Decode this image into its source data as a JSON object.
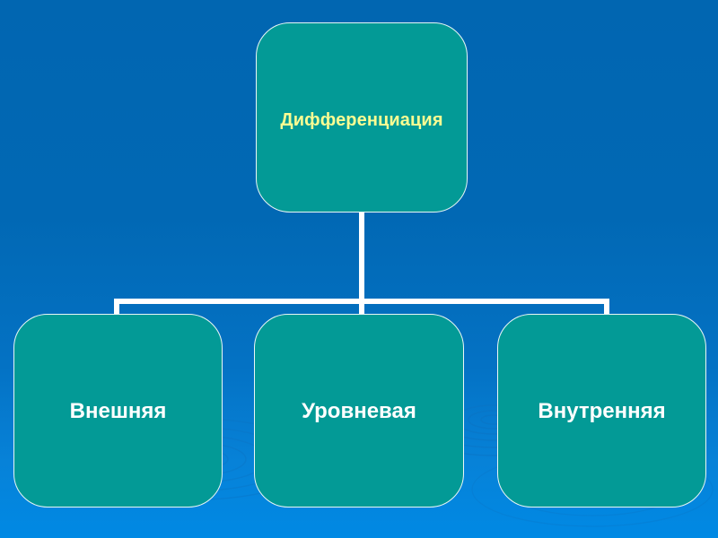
{
  "slide": {
    "background": {
      "top_color": "#0166b1",
      "bottom_color": "#0089e4",
      "decoration": "water-ripple-rings"
    },
    "connector_color": "#ffffff"
  },
  "diagram": {
    "type": "hierarchy-tree",
    "node_fill": "#039a96",
    "node_border": "#eaf6f6",
    "root": {
      "label": "Дифференциация",
      "text_color": "#fcfc92"
    },
    "children": [
      {
        "label": "Внешняя",
        "text_color": "#ffffff"
      },
      {
        "label": "Уровневая",
        "text_color": "#ffffff"
      },
      {
        "label": "Внутренняя",
        "text_color": "#ffffff"
      }
    ]
  }
}
